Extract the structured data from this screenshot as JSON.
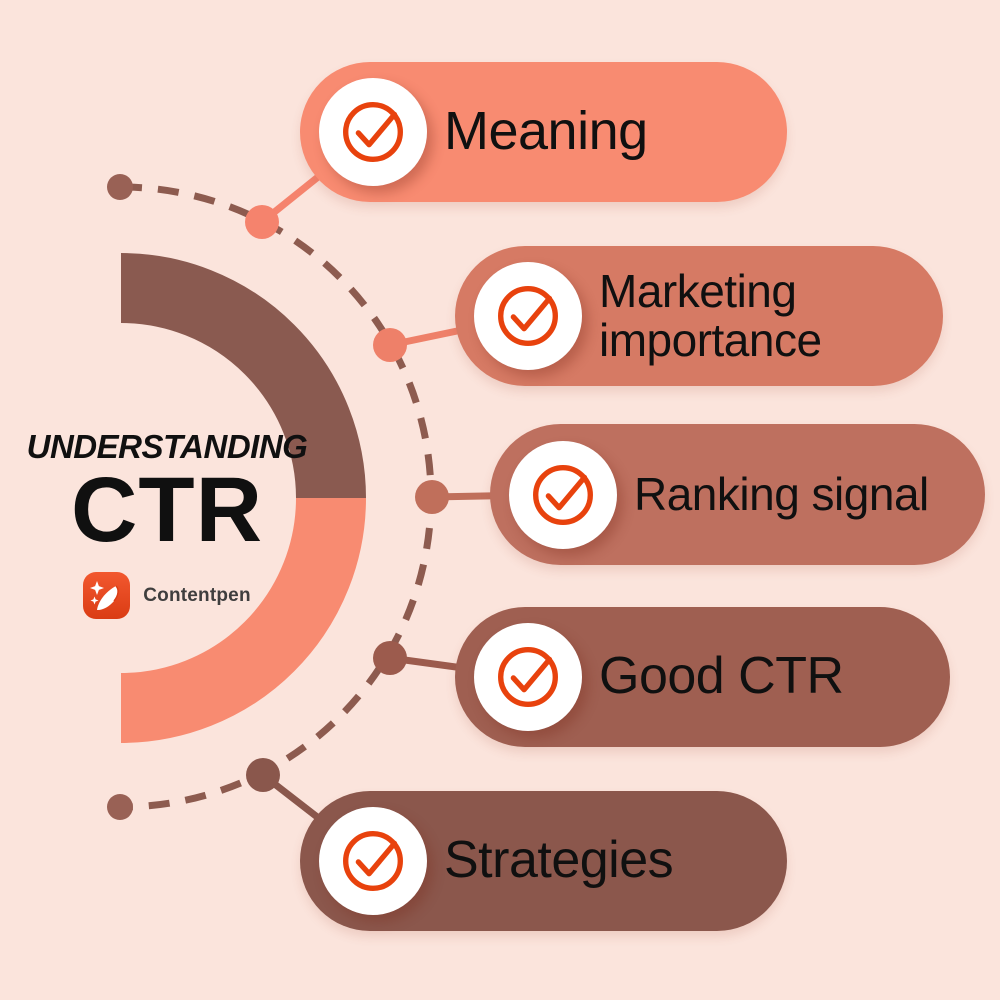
{
  "background_color": "#fbe4dc",
  "title": {
    "eyebrow": "UNDERSTANDING",
    "main": "CTR"
  },
  "brand": {
    "name": "Contentpen",
    "logo_icon": "pen-sparkles-icon",
    "logo_color_top": "#f2582f",
    "logo_color_bottom": "#da3c14"
  },
  "items": [
    {
      "label": "Meaning",
      "pill_color": "#f88b71",
      "connector_color": "#f5836d"
    },
    {
      "label": "Marketing importance",
      "pill_color": "#d67a64",
      "connector_color": "#ee8069"
    },
    {
      "label": "Ranking signal",
      "pill_color": "#be705f",
      "connector_color": "#c06f5b"
    },
    {
      "label": "Good CTR",
      "pill_color": "#9f5f51",
      "connector_color": "#9c5b4d"
    },
    {
      "label": "Strategies",
      "pill_color": "#8b574c",
      "connector_color": "#8a574c"
    }
  ],
  "check_icon": {
    "name": "check-circle-icon",
    "stroke_color": "#e8420d",
    "background": "#ffffff"
  },
  "decor": {
    "ring_top_color": "#8a5a50",
    "ring_bottom_color": "#f88b71",
    "dashed_arc_color": "#8d5b4f",
    "end_dot_color": "#996155",
    "text_color": "#101010"
  }
}
